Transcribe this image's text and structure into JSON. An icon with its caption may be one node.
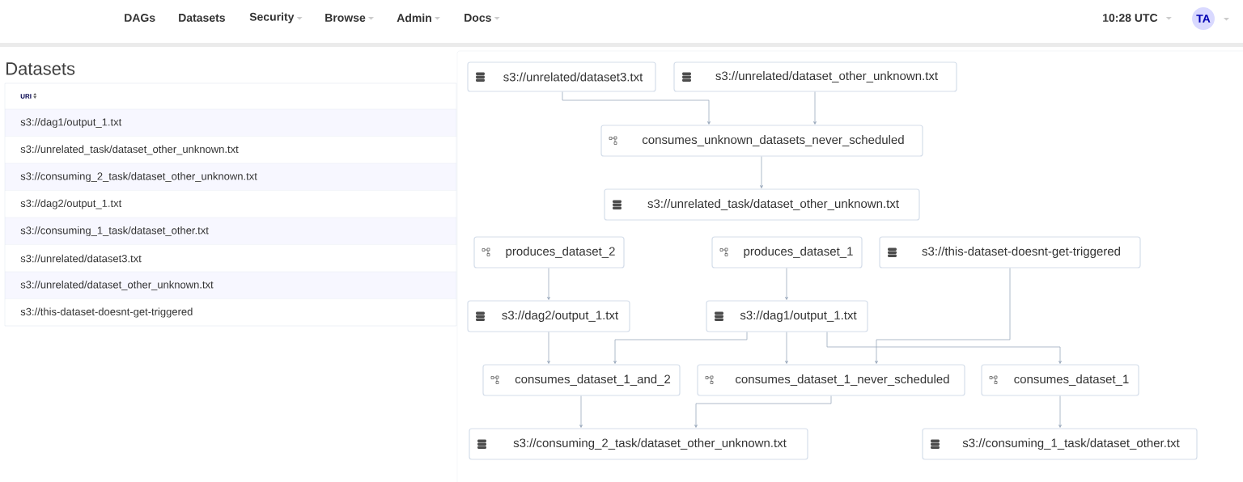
{
  "diagram": {
    "title": "Datasets",
    "nodes": [
      {
        "text": [
          "s3://unrelated/dataset3.txt"
        ]
      },
      {
        "text": [
          "s3://unrelated/dataset_other_unknown.txt"
        ]
      },
      {
        "text": [
          "consumes_unknown_datasets_never_scheduled"
        ]
      },
      {
        "text": [
          "s3://unrelated_task/dataset_other_unknown.txt"
        ]
      },
      {
        "text": [
          "produces_dataset_2"
        ]
      },
      {
        "text": [
          "produces_dataset_1"
        ]
      },
      {
        "text": [
          "s3://this-dataset-doesnt-get-triggered"
        ]
      },
      {
        "text": [
          "s3://dag2/output_1.txt"
        ]
      },
      {
        "text": [
          "s3://dag1/output_1.txt"
        ]
      },
      {
        "text": [
          "consumes_dataset_1_and_2"
        ]
      },
      {
        "text": [
          "consumes_dataset_1_never_scheduled"
        ]
      },
      {
        "text": [
          "consumes_dataset_1"
        ]
      },
      {
        "text": [
          "s3://consuming_2_task/dataset_other_unknown.txt"
        ]
      },
      {
        "text": [
          "s3://consuming_1_task/dataset_other.txt"
        ]
      }
    ],
    "edges": [
      {
        "from": 0,
        "to": 2,
        "arrow": "to"
      },
      {
        "from": 1,
        "to": 2,
        "arrow": "to"
      },
      {
        "from": 2,
        "to": 3,
        "arrow": "to"
      },
      {
        "from": 4,
        "to": 7,
        "arrow": "to"
      },
      {
        "from": 5,
        "to": 8,
        "arrow": "to"
      },
      {
        "from": 7,
        "to": 9,
        "arrow": "to"
      },
      {
        "from": 8,
        "to": 9,
        "arrow": "to"
      },
      {
        "from": 8,
        "to": 10,
        "arrow": "to"
      },
      {
        "from": 8,
        "to": 11,
        "arrow": "to"
      },
      {
        "from": 6,
        "to": 10,
        "arrow": "to"
      },
      {
        "from": 9,
        "to": 12,
        "arrow": "to"
      },
      {
        "from": 10,
        "to": 12,
        "arrow": "to"
      },
      {
        "from": 11,
        "to": 13,
        "arrow": "to"
      }
    ],
    "labels": [
      "DAGs",
      "Datasets",
      "Security",
      "Browse",
      "Admin",
      "Docs",
      "10:28 UTC",
      "TA",
      "URI",
      "s3://dag1/output_1.txt",
      "s3://unrelated_task/dataset_other_unknown.txt",
      "s3://consuming_2_task/dataset_other_unknown.txt",
      "s3://dag2/output_1.txt",
      "s3://consuming_1_task/dataset_other.txt",
      "s3://unrelated/dataset3.txt",
      "s3://unrelated/dataset_other_unknown.txt",
      "s3://this-dataset-doesnt-get-triggered"
    ]
  }
}
